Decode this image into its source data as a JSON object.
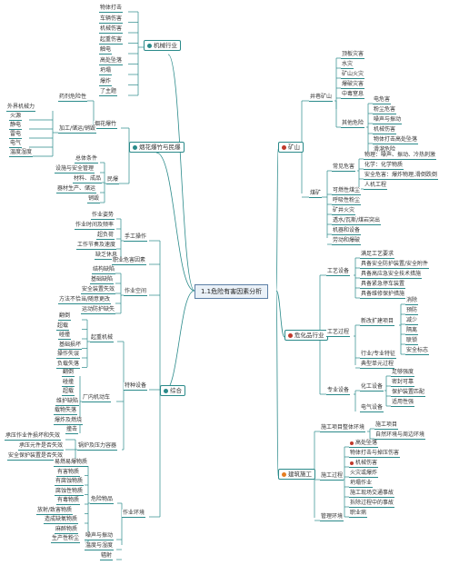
{
  "center": "1.1危险有害因素分析",
  "branches": {
    "mechanical": {
      "label": "机械行业",
      "items": [
        "物体打击",
        "车辆伤害",
        "机械伤害",
        "起重伤害",
        "触电",
        "高处坠落",
        "坍塌",
        "爆炸",
        "了主题"
      ]
    },
    "fireworks": {
      "label": "烟花爆竹与民爆",
      "fireworks_sub": "烟花爆竹",
      "drug_danger": "药剂危险性",
      "process": "加工/储运/销毁",
      "ext_force": "外界机械力",
      "ext_items": [
        "火源",
        "静电",
        "雷电",
        "电气",
        "温度湿度"
      ],
      "civil": "民爆",
      "civil_items": [
        "总体条件",
        "设施与安全管理",
        "材料、成品",
        "器材生产、储运",
        "销毁"
      ]
    },
    "general": {
      "label": "综合",
      "labor": "手工操作",
      "labor_items": [
        "作业姿势",
        "作业时间及频率",
        "超负荷",
        "工作节奏及速度",
        "缺乏休息"
      ],
      "occ": "职业危害因素",
      "workspace": "作业空间",
      "workspace_items": [
        "结构缺陷",
        "基础缺陷",
        "安全装置失效",
        "方法不恰当/随意更改",
        "运动防护缺失"
      ],
      "machine": "起重机械",
      "machine_items": [
        "翻倒",
        "超载",
        "碰撞",
        "基础损坏",
        "操作失误",
        "负载失落"
      ],
      "special": "特种设备",
      "vehicle": "厂内机动车",
      "vehicle_items": [
        "翻倒",
        "碰撞",
        "超载",
        "维护缺陷",
        "载物失落",
        "爆炸及燃烧",
        "撞击"
      ],
      "boiler": "锅炉及压力容器",
      "boiler_items": [
        "承压作业件损坏和失效",
        "承压元件是否失效",
        "安全保护装置是否失效"
      ],
      "hazard_goods": "危险物品",
      "hazard_items": [
        "易燃易爆物质",
        "有害物质",
        "有腐蚀物质",
        "腐蚀性物质",
        "有毒物质",
        "放射/致害物质",
        "造成缺氧物质",
        "麻醉物质",
        "生产性粉尘"
      ],
      "environment": "作业环境",
      "env_items": [
        "噪声与振动",
        "温度与湿度",
        "辐射"
      ]
    },
    "mine": {
      "label": "矿山",
      "underground": "井巷矿山",
      "ug_items": [
        "顶板灾害",
        "水灾",
        "矿山火灾",
        "爆破灾害",
        "中毒窒息"
      ],
      "other": "其他危险",
      "other_items": [
        "电危害",
        "粉尘危害",
        "噪声与振动",
        "机械伤害",
        "物体打击高处坠落",
        "滑溜危险"
      ],
      "common": "常见危害",
      "common_items": [
        "物理：噪声、振动、冷热刺激",
        "化学：化学物质",
        "安全危害：爆炸物理,滑倒跌倒",
        "人机工程"
      ],
      "coal": "煤矿",
      "coal_items": [
        "可燃性煤尘",
        "呼吸性粉尘",
        "矿井火灾",
        "透水/瓦斯/煤岩突出",
        "机器和设备",
        "劳动和爆破"
      ]
    },
    "chemical": {
      "label": "危化品行业",
      "process_equip": "工艺设备",
      "pe_items": [
        "满足工艺要求",
        "具备安全防护装置/安全附件",
        "具备高应急安全技术措施",
        "具备紧急停车装置",
        "具备维修保护措施"
      ],
      "process": "工艺过程",
      "new_project": "新改扩建项目",
      "np_items": [
        "消除",
        "预防",
        "减少",
        "隔离",
        "联锁",
        "安全标志"
      ],
      "industry_items": [
        "行业/专业特征",
        "典型单元过程"
      ],
      "special_equip": "专业设备",
      "chem_equip": "化工设备",
      "ce_items": [
        "足够强度",
        "密封可靠",
        "保护装置匹配",
        "适用性强"
      ],
      "electric": "电气设备"
    },
    "construction": {
      "label": "建筑施工",
      "env": "施工项目整体环境",
      "env_items": [
        "施工项目",
        "自然环境与周边环境"
      ],
      "process": "施工过程",
      "proc_items": [
        "高处坠落",
        "物体打击与掉压伤害",
        "机械伤害",
        "火灾或爆炸",
        "坍塌作业",
        "施工现场交通事故",
        "拆除过程中的事故",
        "职业病"
      ],
      "proc_bullets": [
        true,
        false,
        true,
        false,
        false,
        false,
        false,
        false
      ],
      "mgmt": "管理环境"
    }
  },
  "colors": {
    "line": "#2a8a8a",
    "accent": "#c0392b"
  }
}
